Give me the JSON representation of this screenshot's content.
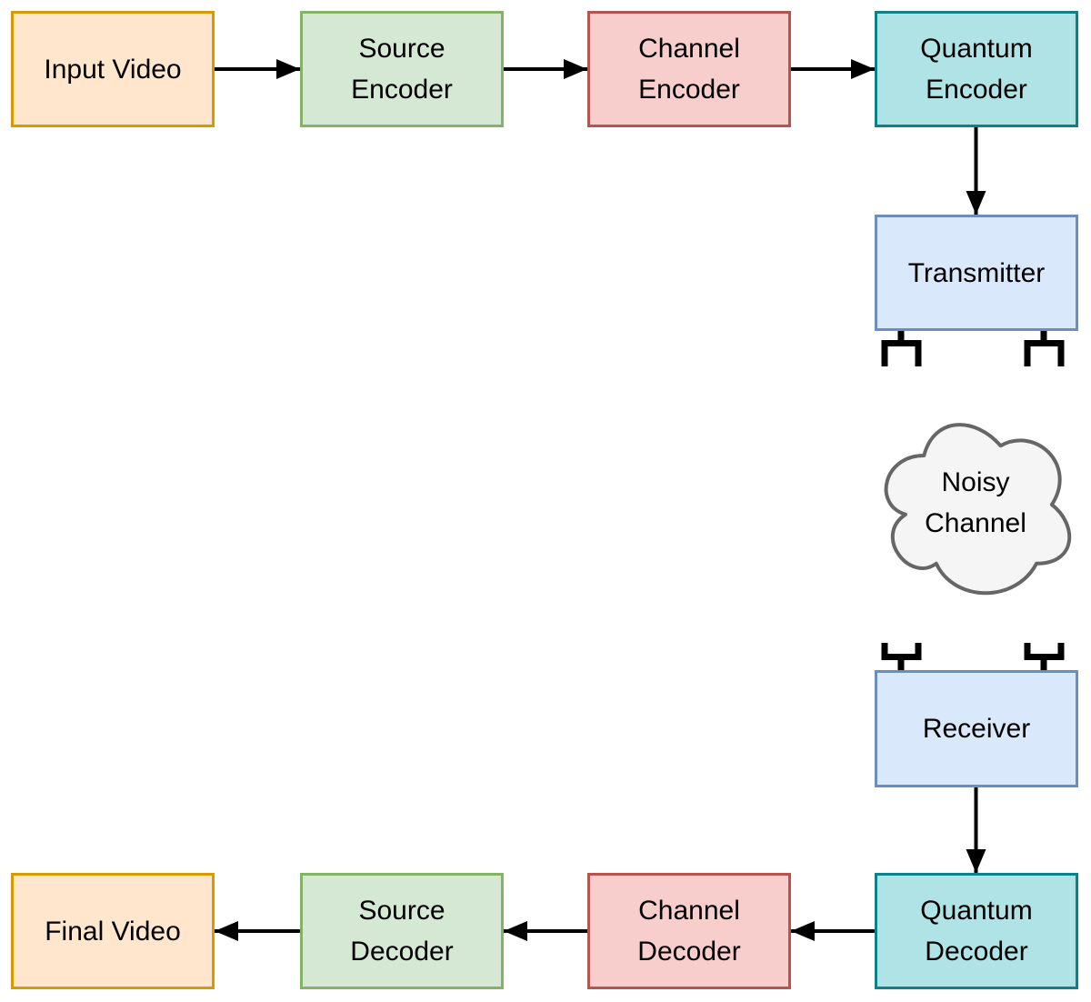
{
  "diagram": {
    "description": "Quantum video transmission block diagram",
    "background": "#FFFFFF",
    "arrow_color": "#000000"
  },
  "nodes": {
    "input_video": {
      "label": "Input Video",
      "fill": "#FFE6CC",
      "stroke": "#D79B00"
    },
    "source_encoder": {
      "line1": "Source",
      "line2": "Encoder",
      "fill": "#D5E8D4",
      "stroke": "#82B366"
    },
    "channel_encoder": {
      "line1": "Channel",
      "line2": "Encoder",
      "fill": "#F8CECC",
      "stroke": "#B85450"
    },
    "quantum_encoder": {
      "line1": "Quantum",
      "line2": "Encoder",
      "fill": "#B0E3E6",
      "stroke": "#0E8088"
    },
    "transmitter": {
      "label": "Transmitter",
      "fill": "#DAE8FC",
      "stroke": "#6C8EBF"
    },
    "noisy_channel": {
      "line1": "Noisy",
      "line2": "Channel",
      "fill": "#F5F5F5",
      "stroke": "#666666"
    },
    "receiver": {
      "label": "Receiver",
      "fill": "#DAE8FC",
      "stroke": "#6C8EBF"
    },
    "quantum_decoder": {
      "line1": "Quantum",
      "line2": "Decoder",
      "fill": "#B0E3E6",
      "stroke": "#0E8088"
    },
    "channel_decoder": {
      "line1": "Channel",
      "line2": "Decoder",
      "fill": "#F8CECC",
      "stroke": "#B85450"
    },
    "source_decoder": {
      "line1": "Source",
      "line2": "Decoder",
      "fill": "#D5E8D4",
      "stroke": "#82B366"
    },
    "final_video": {
      "label": "Final Video",
      "fill": "#FFE6CC",
      "stroke": "#D79B00"
    }
  },
  "flow": {
    "top_row_direction": "left-to-right",
    "bottom_row_direction": "right-to-left"
  }
}
